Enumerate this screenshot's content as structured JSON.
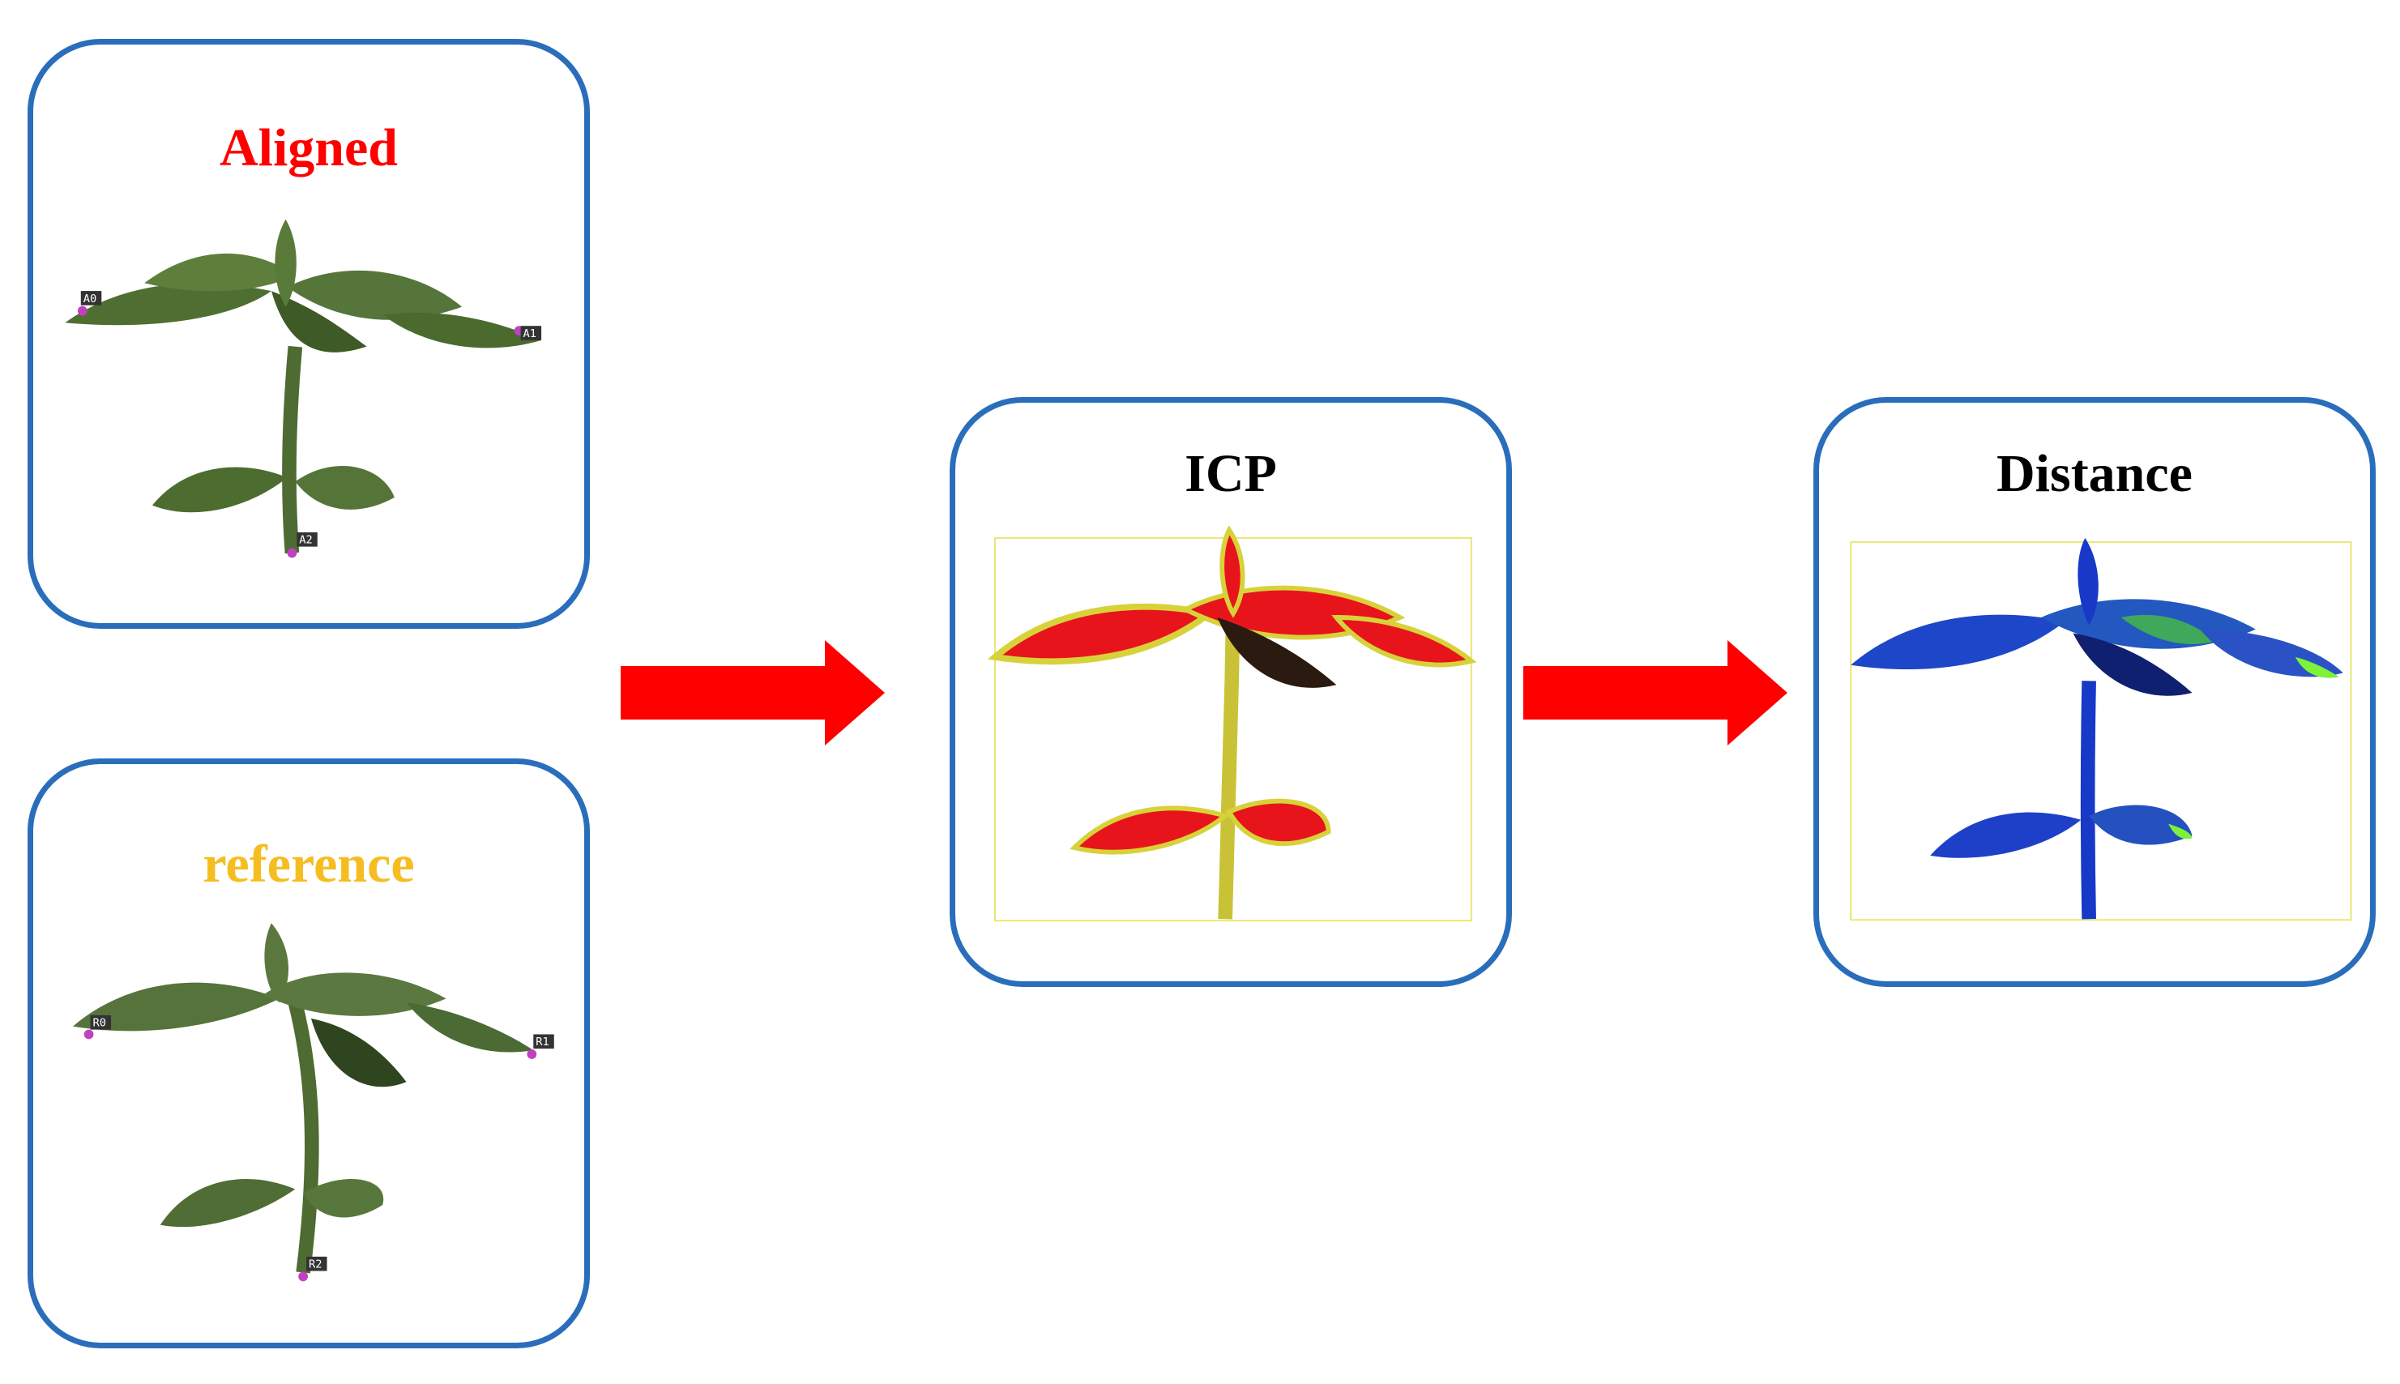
{
  "panels": {
    "aligned": {
      "title": "Aligned",
      "markers": [
        "A0",
        "A1",
        "A2"
      ]
    },
    "reference": {
      "title": "reference",
      "markers": [
        "R0",
        "R1",
        "R2"
      ]
    },
    "icp": {
      "title": "ICP"
    },
    "distance": {
      "title": "Distance"
    }
  },
  "colors": {
    "panel_border": "#2A6EBB",
    "arrow": "#FF0000",
    "aligned_title": "#FF0000",
    "reference_title": "#F5BD1F",
    "leaf_green": "#4E6B32",
    "icp_red": "#E8141B",
    "icp_yellow": "#D8D23A",
    "distance_blue": "#1838C8",
    "distance_green": "#7CF23A",
    "marker": "#C040C0"
  },
  "icons": [
    "plant-model-aligned",
    "plant-model-reference",
    "plant-model-icp",
    "plant-model-distance",
    "right-arrow"
  ]
}
